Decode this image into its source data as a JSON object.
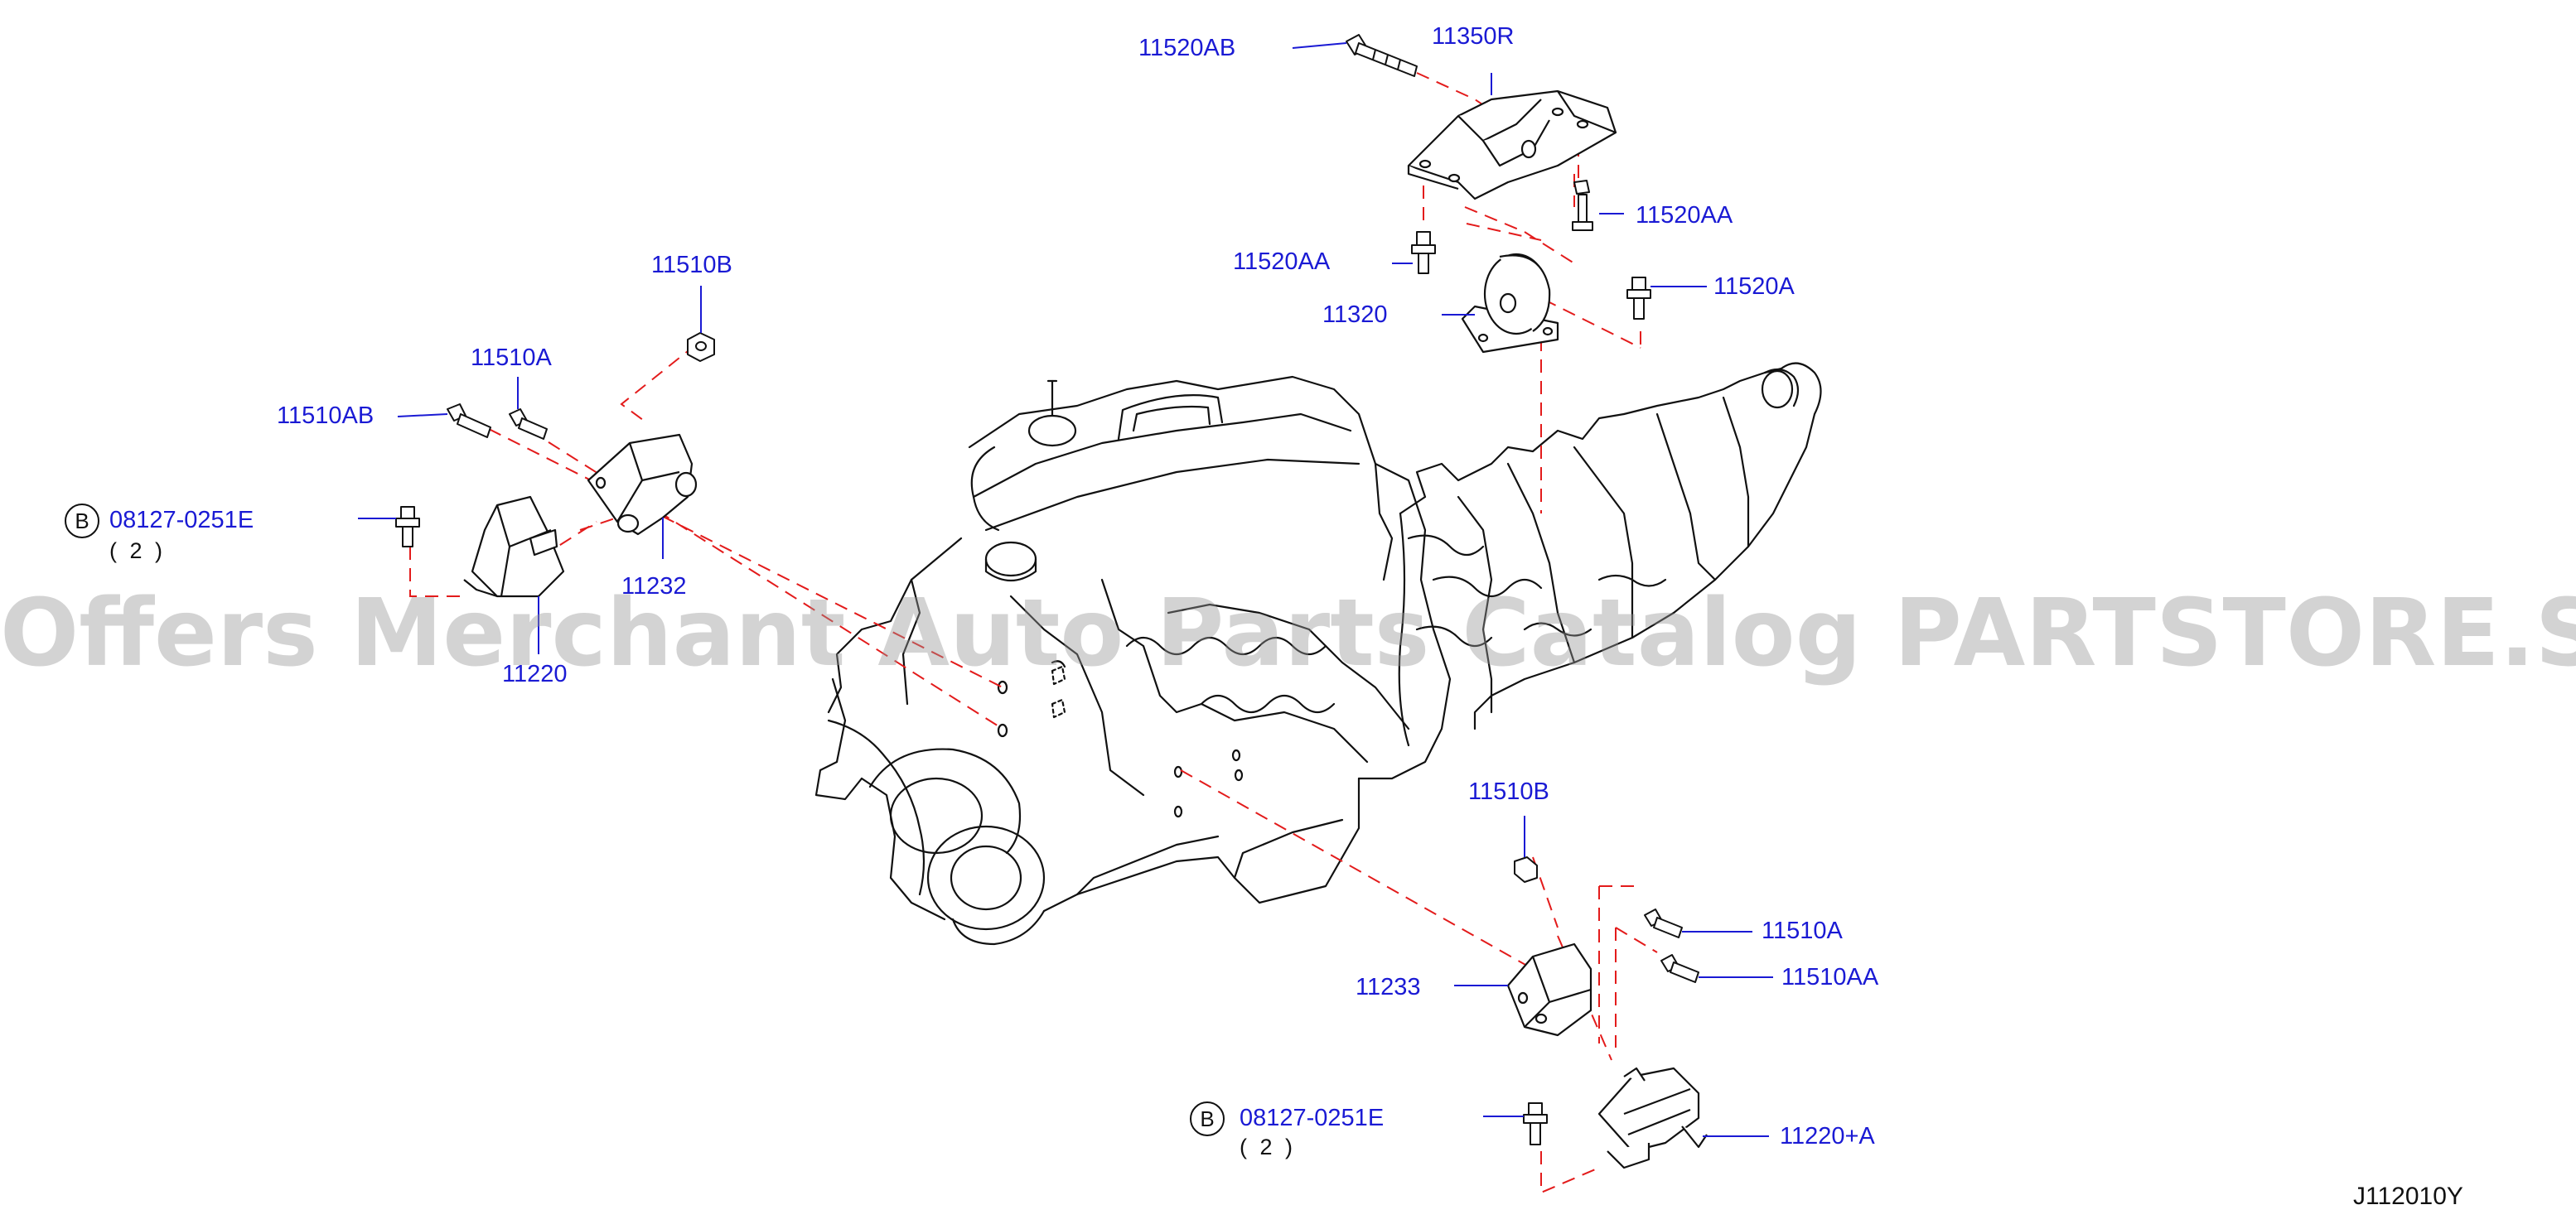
{
  "callouts": {
    "p11520AB": "11520AB",
    "p11350R": "11350R",
    "p11520AA_top": "11520AA",
    "p11520AA_left": "11520AA",
    "p11320": "11320",
    "p11520A": "11520A",
    "p11510B_top": "11510B",
    "p11510A_top": "11510A",
    "p11510AB": "11510AB",
    "p08127_top": "08127-0251E",
    "p11232": "11232",
    "p11220": "11220",
    "p11510B_bottom": "11510B",
    "p11510A_bottom": "11510A",
    "p11510AA": "11510AA",
    "p11233": "11233",
    "p08127_bottom": "08127-0251E",
    "p11220A": "11220+A"
  },
  "badges": {
    "b_top": "B",
    "b_bottom": "B"
  },
  "quantities": {
    "q_top": "( 2 )",
    "q_bottom": "( 2 )"
  },
  "diagram_code": "J112010Y",
  "watermark": "Offers Merchant Auto Parts Catalog PARTSTORE.SA",
  "colors": {
    "callout": "#1a1ad4",
    "leader": "#1a1ad4",
    "dash": "#e31b1b",
    "line": "#111111",
    "watermark": "#969696"
  }
}
